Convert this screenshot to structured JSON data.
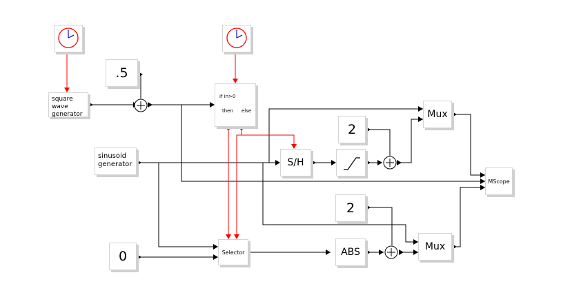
{
  "blocks": {
    "clock1": {
      "icon": "clock-icon"
    },
    "clock2": {
      "icon": "clock-icon"
    },
    "const_half": {
      "label": ".5"
    },
    "square_wave": {
      "label_line1": "square wave",
      "label_line2": "generator"
    },
    "if_then_else": {
      "cond": "if in>0",
      "then": "then",
      "else": "else"
    },
    "sinusoid": {
      "label_line1": "sinusoid",
      "label_line2": "generator"
    },
    "sample_hold": {
      "label": "S/H"
    },
    "const_two_a": {
      "label": "2"
    },
    "const_two_b": {
      "label": "2"
    },
    "saturation": {
      "icon": "saturation-icon"
    },
    "mux_top": {
      "label": "Mux"
    },
    "mux_bottom": {
      "label": "Mux"
    },
    "mscope": {
      "label": "MScope"
    },
    "const_zero": {
      "label": "0"
    },
    "selector": {
      "label": "Selector"
    },
    "abs": {
      "label": "ABS"
    }
  },
  "sum_icon": "plus-circle-icon",
  "colors": {
    "regular_link": "#000000",
    "activation_link": "#ff0000",
    "block_shadow": "#cfcfcf",
    "block_border": "#d4d4d4"
  }
}
